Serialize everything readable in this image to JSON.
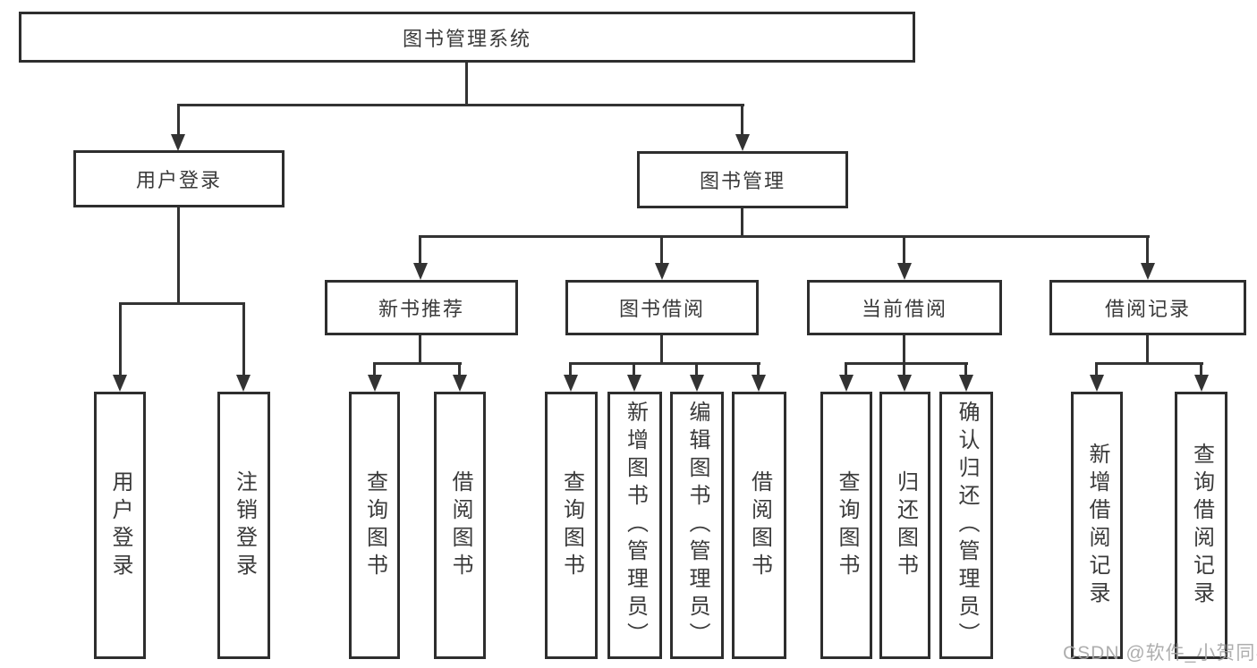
{
  "nodes": {
    "root": "图书管理系统",
    "user_login": "用户登录",
    "book_mgmt": "图书管理",
    "new_book_rec": "新书推荐",
    "book_borrow": "图书借阅",
    "current_borrow": "当前借阅",
    "borrow_records": "借阅记录",
    "leaf_user_login": "用户登录",
    "leaf_logout": "注销登录",
    "leaf_nbr_query": "查询图书",
    "leaf_nbr_borrow": "借阅图书",
    "leaf_bb_query": "查询图书",
    "leaf_bb_add": "新增图书（管理员）",
    "leaf_bb_edit": "编辑图书（管理员）",
    "leaf_bb_borrow": "借阅图书",
    "leaf_cb_query": "查询图书",
    "leaf_cb_return": "归还图书",
    "leaf_cb_confirm": "确认归还（管理员）",
    "leaf_br_add": "新增借阅记录",
    "leaf_br_query": "查询借阅记录"
  },
  "watermark": {
    "text": "CSDN @软件_小贺同学"
  },
  "colors": {
    "line": "#333333",
    "box-border": "#2e2e2e",
    "text": "#3a3a3a",
    "watermark": "#a6a6a6",
    "bg": "#ffffff"
  }
}
